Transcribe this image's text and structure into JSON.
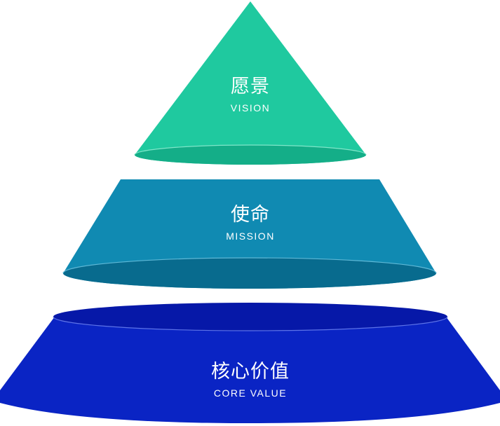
{
  "tiers": {
    "vision": {
      "title": "愿景",
      "subtitle": "VISION",
      "color": "#1FC99F",
      "shadow": "#12A67E"
    },
    "mission": {
      "title": "使命",
      "subtitle": "MISSION",
      "color": "#108AB2",
      "shadow": "#076685"
    },
    "core": {
      "title": "核心价值",
      "subtitle": "CORE VALUE",
      "color": "#0A24C4",
      "shadow": "#0617A3"
    }
  }
}
